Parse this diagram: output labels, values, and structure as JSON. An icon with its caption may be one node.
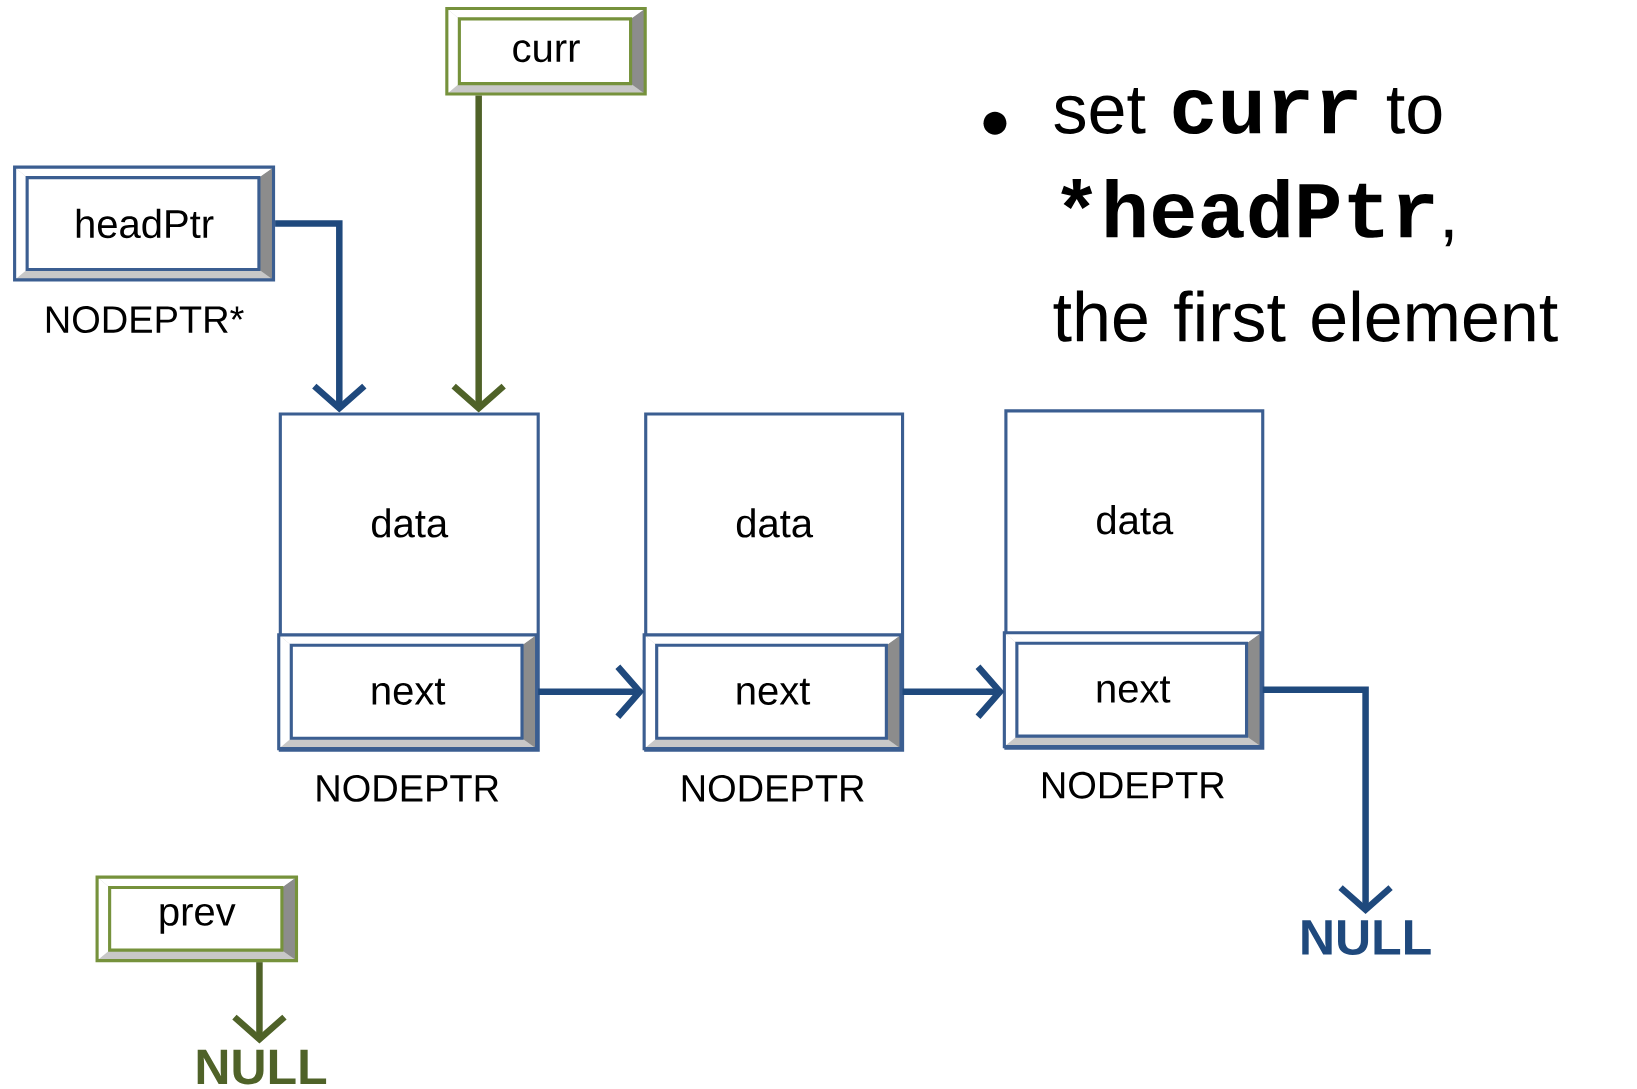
{
  "diagram": {
    "nodes": [
      {
        "text": [
          "headPtr"
        ],
        "beside": [
          "NODEPTR*"
        ]
      },
      {
        "text": [
          "curr"
        ]
      },
      {
        "text": [
          "prev"
        ]
      },
      {
        "text": [
          "data"
        ],
        "beside": [
          "NODEPTR"
        ]
      },
      {
        "text": [
          "next"
        ],
        "in": 3
      },
      {
        "text": [
          "data"
        ],
        "beside": [
          "NODEPTR"
        ]
      },
      {
        "text": [
          "next"
        ],
        "in": 5
      },
      {
        "text": [
          "data"
        ],
        "beside": [
          "NODEPTR"
        ]
      },
      {
        "text": [
          "next"
        ],
        "in": 7
      },
      {
        "text": [
          "NULL"
        ]
      },
      {
        "text": [
          "NULL"
        ]
      }
    ],
    "edges": [
      {
        "from": 0,
        "to": 3,
        "arrow": "to"
      },
      {
        "from": 1,
        "to": 3,
        "arrow": "to",
        "color": "#4f6228"
      },
      {
        "from": 2,
        "to": 10,
        "arrow": "to",
        "color": "#4f6228"
      },
      {
        "from": 4,
        "to": 5,
        "arrow": "to"
      },
      {
        "from": 6,
        "to": 7,
        "arrow": "to"
      },
      {
        "from": 8,
        "to": 9,
        "arrow": "to"
      }
    ],
    "labels": [
      "set **curr** to ***headPtr**, the first element"
    ]
  }
}
